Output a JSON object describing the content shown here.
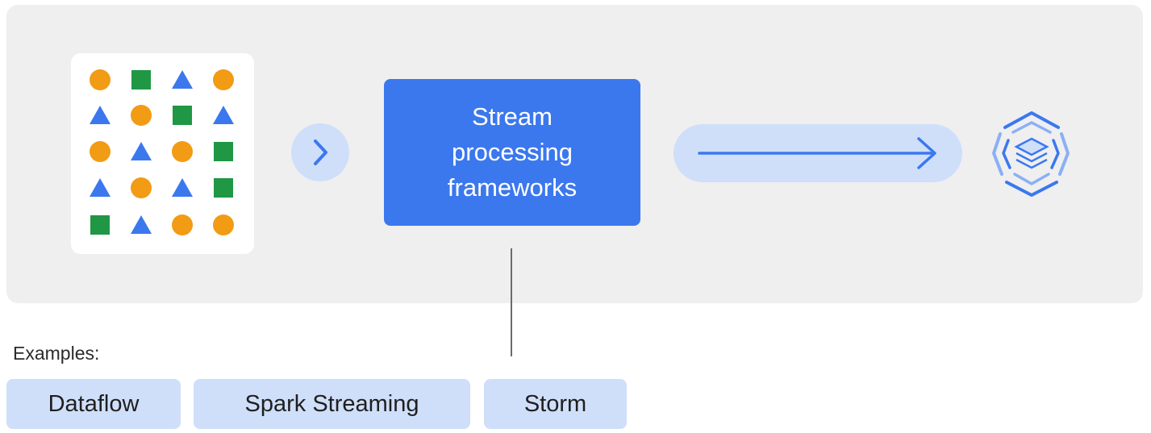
{
  "colors": {
    "panel": "#efeff0",
    "process_blue": "#3b78ee",
    "light_blue": "#cfdffa",
    "orange": "#f29b14",
    "green": "#1f9745",
    "blue_shape": "#3b78ee",
    "arrow": "#3b78ee",
    "connector": "#6b6b6b"
  },
  "source": {
    "icon": "mixed-data-shapes-icon",
    "grid": [
      [
        "circle",
        "square",
        "triangle",
        "circle"
      ],
      [
        "triangle",
        "circle",
        "square",
        "triangle"
      ],
      [
        "circle",
        "triangle",
        "circle",
        "square"
      ],
      [
        "triangle",
        "circle",
        "triangle",
        "square"
      ],
      [
        "square",
        "triangle",
        "circle",
        "circle"
      ]
    ]
  },
  "flow": {
    "chevron_icon": "chevron-right-icon",
    "arrow_icon": "arrow-right-icon",
    "sink_icon": "data-storage-layers-icon"
  },
  "process": {
    "title": "Stream processing frameworks"
  },
  "examples": {
    "label": "Examples:",
    "items": [
      "Dataflow",
      "Spark Streaming",
      "Storm"
    ]
  }
}
